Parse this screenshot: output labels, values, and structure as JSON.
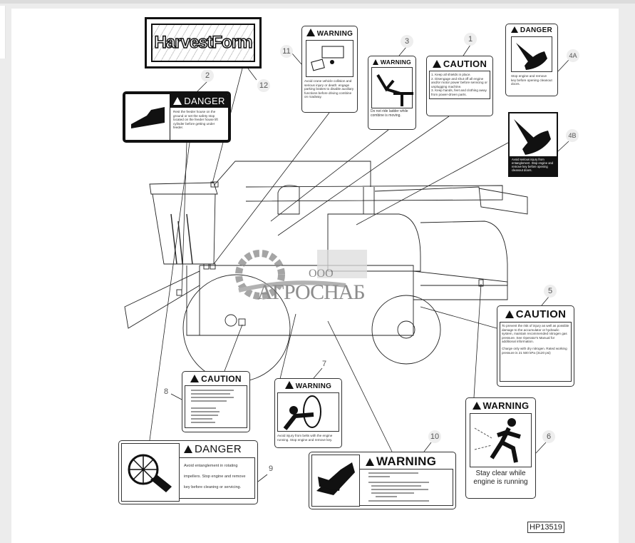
{
  "figure_id": "HP13519",
  "watermark": {
    "prefix": "ООО",
    "name": "АГРОСНАБ"
  },
  "decals": {
    "d12": {
      "callout": "12",
      "logo": "HarvestForm"
    },
    "d2": {
      "callout": "2",
      "header": "DANGER",
      "text": "Rest the feeder house on the ground or set the safety stop located on the feeder house lift cylinder before getting under feeder."
    },
    "d11": {
      "callout": "11",
      "header": "WARNING",
      "text": "Avoid crane vehicle collision and serious injury or death: engage parking brakes to disable auxiliary functions before driving combine on roadway."
    },
    "d3": {
      "callout": "3",
      "header": "WARNING",
      "text": "Do not ride ladder while combine is moving."
    },
    "d1": {
      "callout": "1",
      "header": "CAUTION",
      "items": [
        "1. Keep all shields in place.",
        "2. Disengage and shut off all engine and/or motor power before servicing or unplugging machine.",
        "3. Keep hands, feet and clothing away from power-driven parts."
      ]
    },
    "d4a": {
      "callout": "4A",
      "header": "DANGER",
      "text": "Stop engine and remove key before opening cleanout doors."
    },
    "d4b": {
      "callout": "4B",
      "text": "Avoid serious injury from entanglement. Stop engine and remove key before opening cleanout doors."
    },
    "d5": {
      "callout": "5",
      "header": "CAUTION",
      "text1": "To prevent the risk of injury as well as possible damage to the accumulator or hydraulic system, maintain recommended nitrogen gas pressure. See Operator's Manual for additional information.",
      "text2": "Charge only with dry nitrogen. Rated working pressure is 21 500 kPa (3120 psi)"
    },
    "d6": {
      "callout": "6",
      "header": "WARNING",
      "text": "Stay clear while engine is running"
    },
    "d7": {
      "callout": "7",
      "header": "WARNING",
      "text": "Avoid injury from belts with the engine running. Stop engine and remove key."
    },
    "d8": {
      "callout": "8",
      "header": "CAUTION"
    },
    "d9": {
      "callout": "9",
      "header": "DANGER",
      "lines": [
        "Avoid entanglement in rotating",
        "impellers. Stop engine and remove",
        "key before cleaning or servicing."
      ]
    },
    "d10": {
      "callout": "10",
      "header": "WARNING"
    }
  }
}
